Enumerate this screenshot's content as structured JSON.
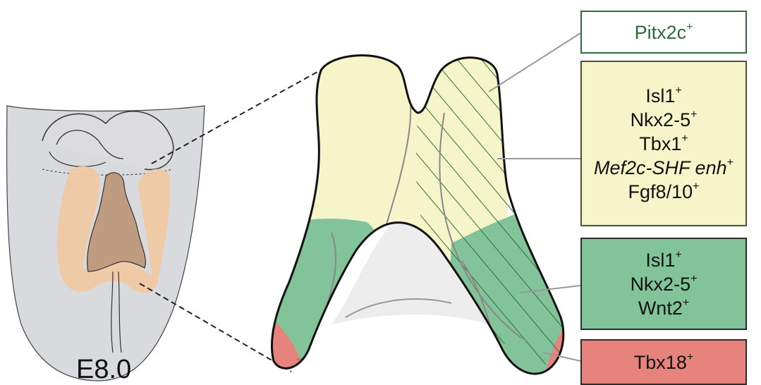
{
  "stage_label": "E8.0",
  "markers": {
    "pitx2c": {
      "name": "Pitx2c",
      "sign": "+",
      "color": "#ffffff",
      "border": "#2e6b3c"
    },
    "anterior_shf": {
      "color": "#f6f5c9",
      "lines": [
        {
          "name": "Isl1",
          "sign": "+",
          "italic": false
        },
        {
          "name": "Nkx2-5",
          "sign": "+",
          "italic": false
        },
        {
          "name": "Tbx1",
          "sign": "+",
          "italic": false
        },
        {
          "name": "Mef2c-SHF enh",
          "sign": "+",
          "italic": true
        },
        {
          "name": "Fgf8/10",
          "sign": "+",
          "italic": false
        }
      ]
    },
    "posterior_shf": {
      "color": "#82c39a",
      "lines": [
        {
          "name": "Isl1",
          "sign": "+"
        },
        {
          "name": "Nkx2-5",
          "sign": "+"
        },
        {
          "name": "Wnt2",
          "sign": "+"
        }
      ]
    },
    "tbx18": {
      "name": "Tbx18",
      "sign": "+",
      "color": "#e5837c"
    }
  }
}
